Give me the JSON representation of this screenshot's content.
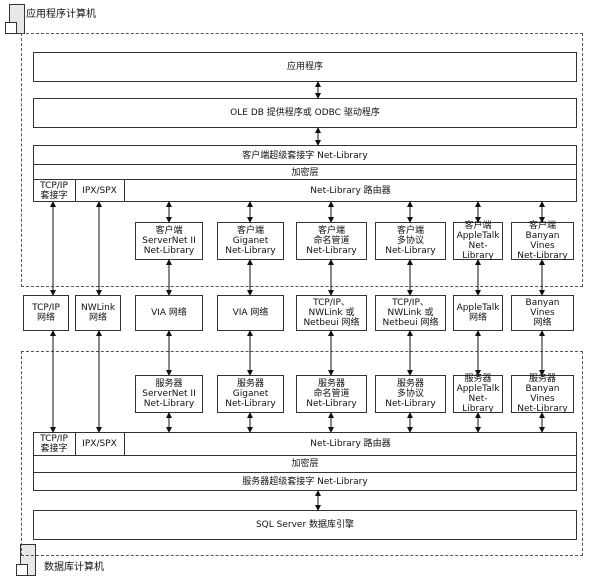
{
  "client_machine": {
    "label": "应用程序计算机",
    "app": "应用程序",
    "ole_odbc": "OLE DB 提供程序或 ODBC 驱动程序",
    "super_socket": "客户端超级套接字 Net-Library",
    "encryption": "加密层",
    "tcpip_socket": "TCP/IP\n套接字",
    "ipx_spx": "IPX/SPX",
    "router": "Net-Library 路由器",
    "netlibs": [
      "客户端\nServerNet II\nNet-Library",
      "客户端\nGiganet\nNet-Library",
      "客户端\n命名管道\nNet-Library",
      "客户端\n多协议\nNet-Library",
      "客户端\nAppleTalk\nNet-Library",
      "客户端\nBanyan Vines\nNet-Library"
    ]
  },
  "networks": [
    "TCP/IP\n网络",
    "NWLink\n网络",
    "VIA 网络",
    "VIA 网络",
    "TCP/IP、\nNWLink 或\nNetbeui 网络",
    "TCP/IP、\nNWLink 或\nNetbeui 网络",
    "AppleTalk\n网络",
    "Banyan Vines\n网络"
  ],
  "server_machine": {
    "label": "数据库计算机",
    "netlibs": [
      "服务器\nServerNet II\nNet-Library",
      "服务器\nGiganet\nNet-Library",
      "服务器\n命名管道\nNet-Library",
      "服务器\n多协议\nNet-Library",
      "服务器\nAppleTalk\nNet-Library",
      "服务器\nBanyan Vines\nNet-Library"
    ],
    "tcpip_socket": "TCP/IP\n套接字",
    "ipx_spx": "IPX/SPX",
    "router": "Net-Library 路由器",
    "encryption": "加密层",
    "super_socket": "服务器超级套接字 Net-Library",
    "engine": "SQL Server 数据库引擎"
  },
  "icons": {
    "client_computer": "computer-tower-icon",
    "server_computer": "server-tower-icon"
  }
}
